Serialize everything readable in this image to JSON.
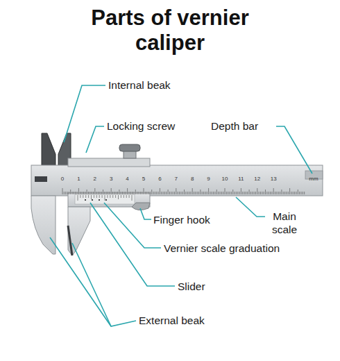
{
  "diagram": {
    "title": "Parts of vernier caliper",
    "labels": [
      "Internal beak",
      "Locking screw",
      "Depth bar",
      "Finger hook",
      "Main scale",
      "Vernier scale graduation",
      "Slider",
      "External beak",
      "0",
      "1",
      "2",
      "3",
      "4",
      "5",
      "6",
      "7",
      "8",
      "9",
      "10",
      "11",
      "12",
      "13",
      "mm"
    ]
  }
}
